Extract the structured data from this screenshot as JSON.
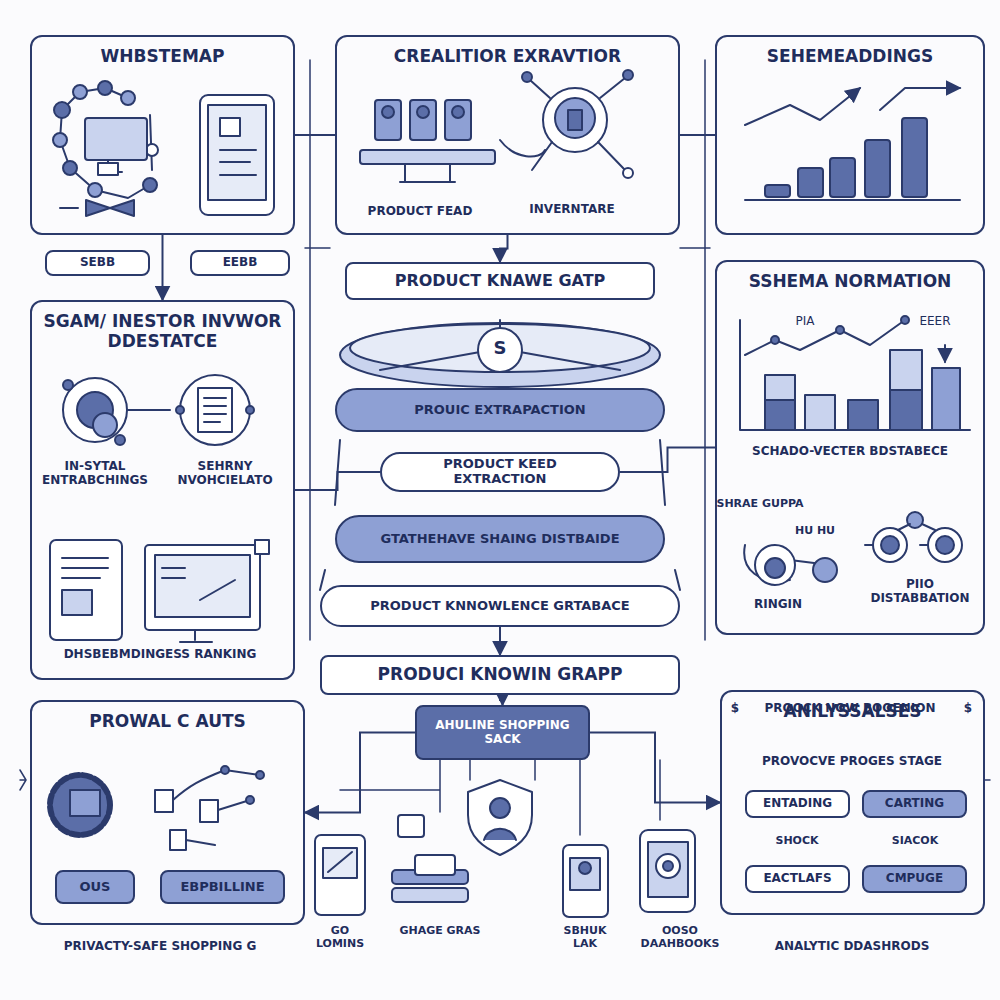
{
  "diagram": {
    "nodes": [
      {
        "text": [
          "WHBSTEMAP"
        ]
      },
      {
        "text": [
          "SEBB"
        ]
      },
      {
        "text": [
          "EEBB"
        ]
      },
      {
        "text": [
          "CREALITIOR EXRAVTIOR"
        ]
      },
      {
        "text": [
          "SEHEMEADDINGS"
        ]
      },
      {
        "text": [
          "SGAM/ INESTOR INVWOR DDESTATCE"
        ]
      },
      {
        "text": [
          "PRODUCT KNAWE GATP"
        ]
      },
      {
        "text": [
          "PROUIC EXTRAPACTION"
        ]
      },
      {
        "text": [
          "PRODUCT KEED EXTRACTION"
        ]
      },
      {
        "text": [
          "GTATHEHAVE SHAING DISTBAIDE"
        ]
      },
      {
        "text": [
          "PRODUCT KNNOWLENCE GRTABACE"
        ]
      },
      {
        "text": [
          "SSHEMA NORMATION"
        ]
      },
      {
        "text": [
          "PRODUCI KNOWIN GRAPP"
        ]
      },
      {
        "text": [
          "PROWAL C AUTS"
        ]
      },
      {
        "text": [
          "OUS"
        ],
        "in": 13
      },
      {
        "text": [
          "EBPBILLINE"
        ],
        "in": 13
      },
      {
        "text": [
          "AHULINE SHOPPING SACK"
        ]
      },
      {
        "text": [
          "ANILYSSALSES"
        ]
      },
      {
        "text": [
          "ENTADING"
        ],
        "in": 17
      },
      {
        "text": [
          "CARTING"
        ],
        "in": 17
      },
      {
        "text": [
          "EACTLAFS"
        ],
        "in": 17
      },
      {
        "text": [
          "CMPUGE"
        ],
        "in": 17
      }
    ],
    "edges": [
      {
        "from": 0,
        "to": 3,
        "arrow": "none"
      },
      {
        "from": 3,
        "to": 4,
        "arrow": "none"
      },
      {
        "from": 3,
        "to": 6,
        "arrow": "to"
      },
      {
        "from": 0,
        "to": 5,
        "arrow": "to"
      },
      {
        "from": 5,
        "to": 8,
        "arrow": "none"
      },
      {
        "from": 11,
        "to": 8,
        "arrow": "none"
      },
      {
        "from": 10,
        "to": 12,
        "arrow": "to"
      },
      {
        "from": 12,
        "to": 16,
        "arrow": "to"
      },
      {
        "from": 16,
        "to": 13,
        "arrow": "to"
      },
      {
        "from": 16,
        "to": 17,
        "arrow": "to"
      }
    ],
    "labels": [
      "PRODUCT FEAD",
      "INVERNTARE",
      "S",
      "IN-SYTAL ENTRABCHINGS",
      "SEHRNY NVOHCIELATO",
      "DHSBEBMDINGESS RANKING",
      "PIA",
      "EEER",
      "SCHADO-VECTER BDSTABECE",
      "SHRAE GUPPA",
      "HU HU",
      "RINGIN",
      "PIIO DISTABBATION",
      "$",
      "PROOCK NOW BOOENION",
      "$",
      "PRIVACTY-SAFE SHOPPING G",
      "GO LOMINS",
      "GHAGE GRAS",
      "SBHUK LAK",
      "OOSO DAAHBOOKS",
      "PROVOCVE PROGES STAGE",
      "SHOCK",
      "SIACOK",
      "ANALYTIC DDASHRODS"
    ]
  }
}
